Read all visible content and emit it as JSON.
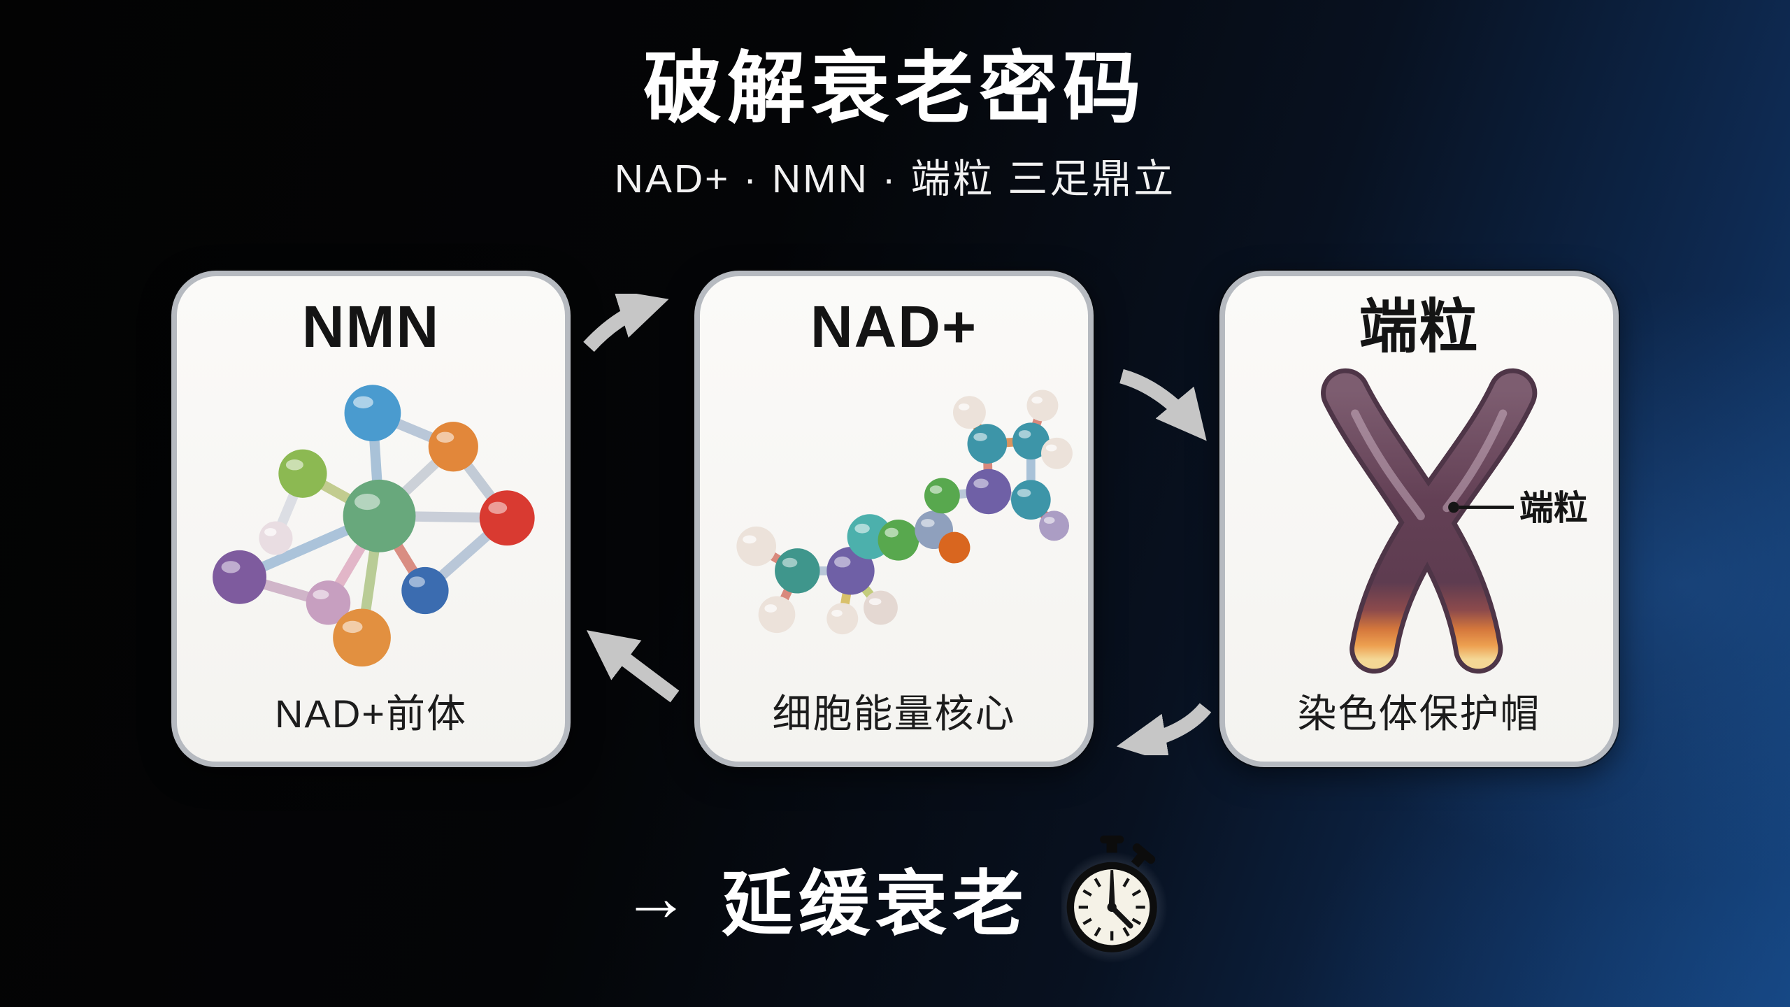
{
  "page": {
    "title": "破解衰老密码",
    "subtitle": "NAD+ · NMN · 端粒 三足鼎立"
  },
  "cards": [
    {
      "title": "NMN",
      "caption": "NAD+前体",
      "illustration": "ball-and-stick-molecule",
      "palette": [
        "#4a9bcf",
        "#e2873a",
        "#8cb952",
        "#d93a31",
        "#68a87c",
        "#e9dde2",
        "#7e5b9e",
        "#c79fc0",
        "#3b6cb0",
        "#e29040"
      ]
    },
    {
      "title": "NAD+",
      "caption": "细胞能量核心",
      "illustration": "ball-and-stick-molecule-chain",
      "palette": [
        "#ece2da",
        "#3f968c",
        "#6f60a6",
        "#4cb0ac",
        "#58a84e",
        "#8fa0bd",
        "#d9661f",
        "#3d95a8",
        "#ab9dc4"
      ]
    },
    {
      "title": "端粒",
      "caption": "染色体保护帽",
      "illustration": "x-chromosome",
      "annotation_label": "端粒",
      "chromosome_colors": {
        "body": "#634055",
        "tip_orange": "#d4773c",
        "tip_yellow": "#f4d795"
      }
    }
  ],
  "cycle_arrows": [
    {
      "from": "NMN",
      "to": "NAD+",
      "edge": "top",
      "direction": "right-up"
    },
    {
      "from": "NAD+",
      "to": "端粒",
      "edge": "top",
      "direction": "right-down"
    },
    {
      "from": "NAD+",
      "to": "NMN",
      "edge": "bottom",
      "direction": "left-up"
    },
    {
      "from": "端粒",
      "to": "NAD+",
      "edge": "bottom",
      "direction": "left-down"
    }
  ],
  "footer": {
    "arrow_glyph": "→",
    "text": "延缓衰老",
    "icon": "alarm-clock-icon"
  },
  "colors": {
    "background_top_left": "#030303",
    "background_bottom_right": "#144179",
    "card_background": "#f6f5f2",
    "card_border": "#b6bac0",
    "arrow_gray": "#c6c6c6",
    "title_text": "#ffffff",
    "card_text": "#141414",
    "clock_face": "#f5f2e7",
    "clock_body": "#0d0d0d"
  }
}
